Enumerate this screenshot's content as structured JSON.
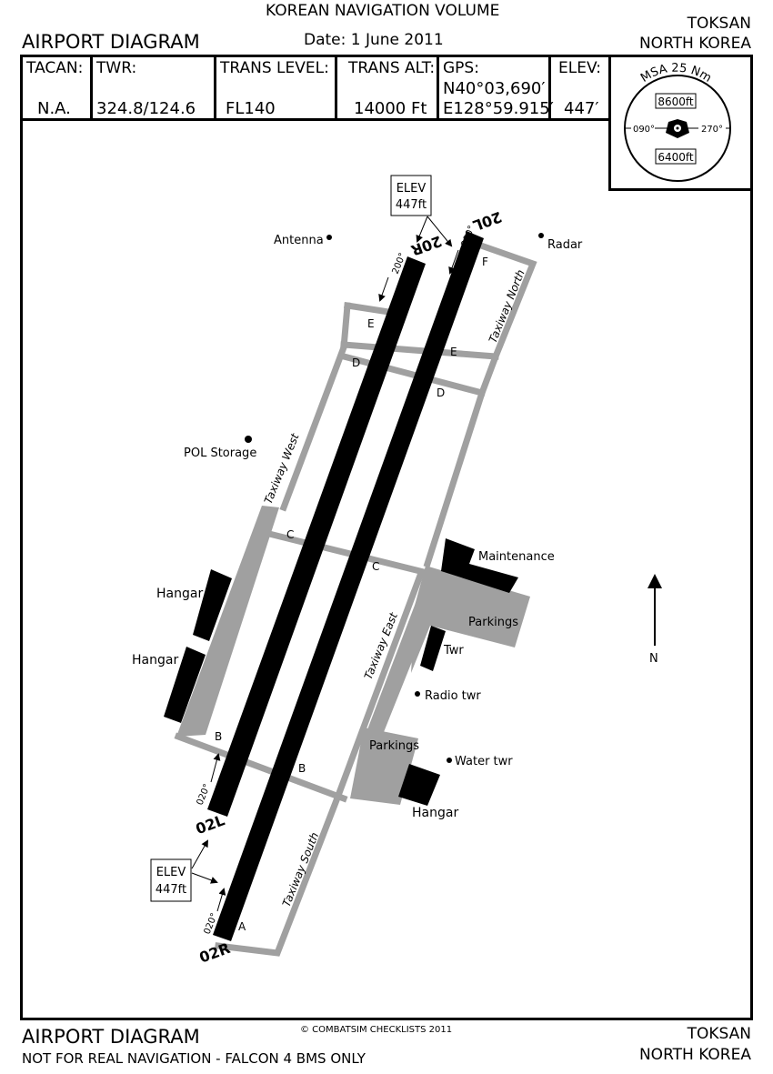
{
  "header": {
    "volume": "KOREAN NAVIGATION VOLUME",
    "title": "AIRPORT DIAGRAM",
    "date": "Date: 1 June 2011",
    "airport": "TOKSAN",
    "country": "NORTH KOREA"
  },
  "info_bar": {
    "tacan_label": "TACAN:",
    "tacan_value": "N.A.",
    "twr_label": "TWR:",
    "twr_value": "324.8/124.6",
    "trans_level_label": "TRANS LEVEL:",
    "trans_level_value": "FL140",
    "trans_alt_label": "TRANS ALT:",
    "trans_alt_value": "14000 Ft",
    "gps_label": "GPS:",
    "gps_lat": "N40°03,690′",
    "gps_lon": "E128°59.915′",
    "elev_label": "ELEV:",
    "elev_value": "447′"
  },
  "msa": {
    "title": "MSA 25 Nm",
    "north_alt": "8600ft",
    "south_alt": "6400ft",
    "left_bearing": "090°",
    "right_bearing": "270°"
  },
  "diagram": {
    "runway_20R": "20R",
    "runway_20L": "20L",
    "runway_02L": "02L",
    "runway_02R": "02R",
    "heading_200": "200°",
    "heading_020": "020°",
    "elev_box_line1": "ELEV",
    "elev_box_line2": "447ft",
    "twy_A": "A",
    "twy_B": "B",
    "twy_C": "C",
    "twy_D": "D",
    "twy_E": "E",
    "twy_F": "F",
    "taxiway_north": "Taxiway North",
    "taxiway_west": "Taxiway West",
    "taxiway_east": "Taxiway East",
    "taxiway_south": "Taxiway South",
    "antenna": "Antenna",
    "radar": "Radar",
    "pol_storage": "POL Storage",
    "maintenance": "Maintenance",
    "parkings": "Parkings",
    "twr": "Twr",
    "radio_twr": "Radio twr",
    "water_twr": "Water twr",
    "hangar": "Hangar",
    "north_label": "N"
  },
  "footer": {
    "copyright": "© COMBATSIM CHECKLISTS 2011",
    "title": "AIRPORT DIAGRAM",
    "disclaimer": "NOT FOR REAL NAVIGATION - FALCON 4 BMS ONLY",
    "airport": "TOKSAN",
    "country": "NORTH KOREA"
  },
  "colors": {
    "runway": "#000000",
    "taxiway": "#a0a0a0",
    "background": "#ffffff"
  }
}
